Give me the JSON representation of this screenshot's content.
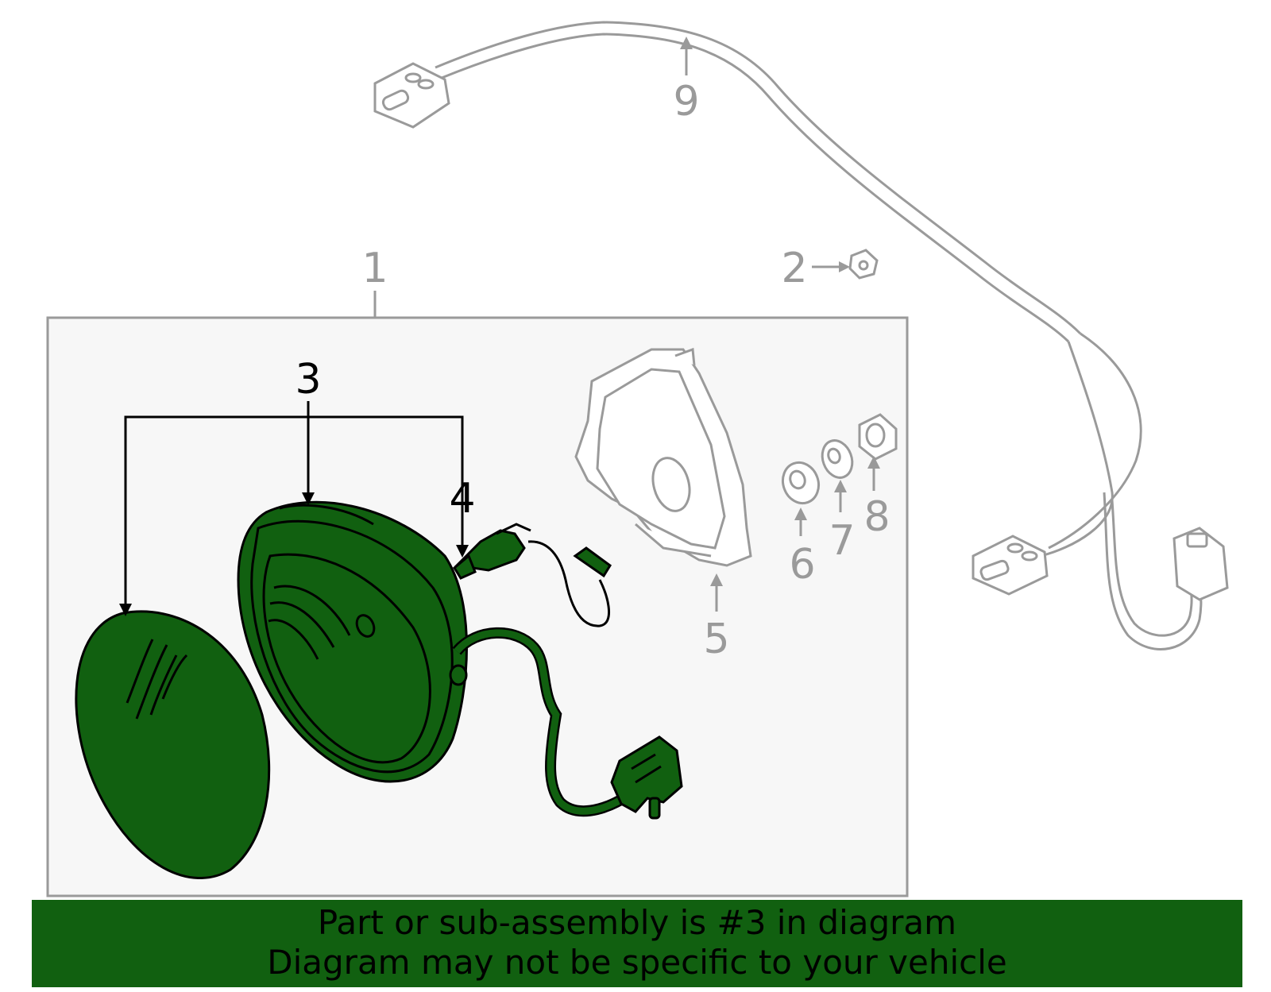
{
  "callouts": {
    "c1": "1",
    "c2": "2",
    "c3": "3",
    "c4": "4",
    "c5": "5",
    "c6": "6",
    "c7": "7",
    "c8": "8",
    "c9": "9"
  },
  "highlighted_part": "3",
  "colors": {
    "highlight_fill": "#116010",
    "context_stroke": "#9a9a9a",
    "box_fill": "#f7f7f7",
    "banner_bg": "#116010"
  },
  "banner": {
    "line1": "Part or sub-assembly is #3 in diagram",
    "line2": "Diagram may not be specific to your vehicle"
  }
}
